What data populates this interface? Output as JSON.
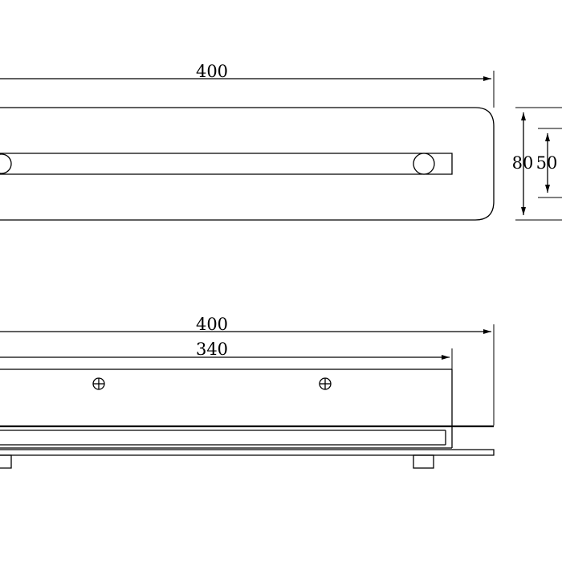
{
  "top_view": {
    "overall_length": "400",
    "depth": "80",
    "bar_spacing": "50"
  },
  "front_view": {
    "overall_length": "400",
    "bar_length": "340"
  }
}
